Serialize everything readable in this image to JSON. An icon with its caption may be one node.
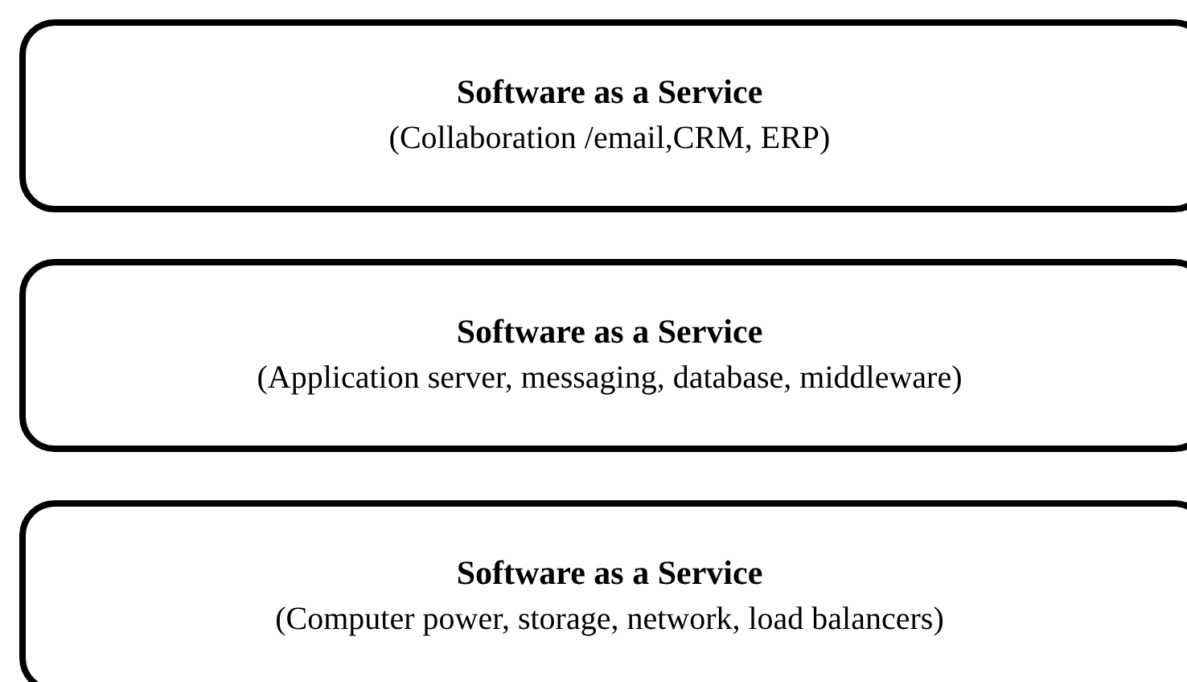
{
  "diagram": {
    "nodes": [
      {
        "text": [
          "Software as a Service",
          "(Collaboration /email,CRM, ERP)"
        ]
      },
      {
        "text": [
          "Software as a Service",
          "(Application server, messaging, database, middleware)"
        ]
      },
      {
        "text": [
          "Software as a Service",
          "(Computer power, storage, network, load balancers)"
        ]
      }
    ]
  }
}
